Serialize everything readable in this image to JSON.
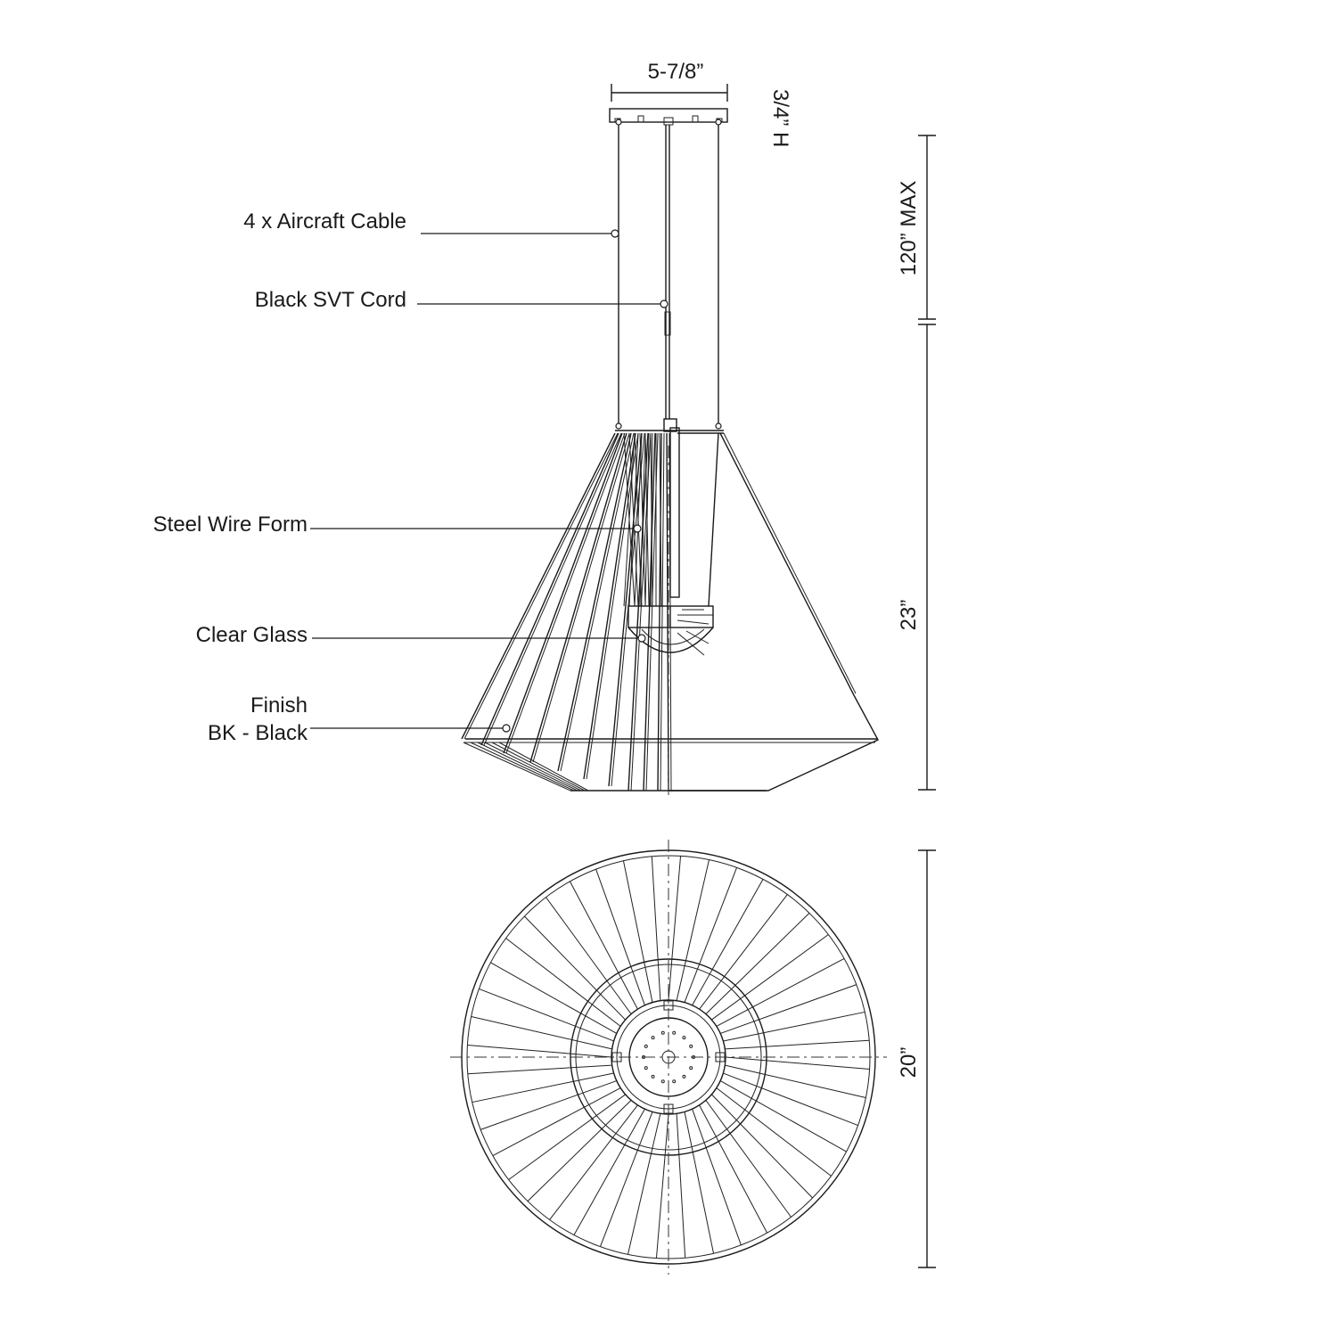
{
  "labels": {
    "aircraft_cable": "4 x Aircraft Cable",
    "svt_cord": "Black SVT Cord",
    "wire_form": "Steel Wire Form",
    "glass": "Clear Glass",
    "finish_title": "Finish",
    "finish_value": "BK - Black"
  },
  "dimensions": {
    "canopy_width": "5-7/8”",
    "canopy_height": "3/4” H",
    "max_length": "120” MAX",
    "fixture_height": "23”",
    "diameter": "20”"
  },
  "colors": {
    "line": "#1a1a1a",
    "background": "#ffffff"
  }
}
